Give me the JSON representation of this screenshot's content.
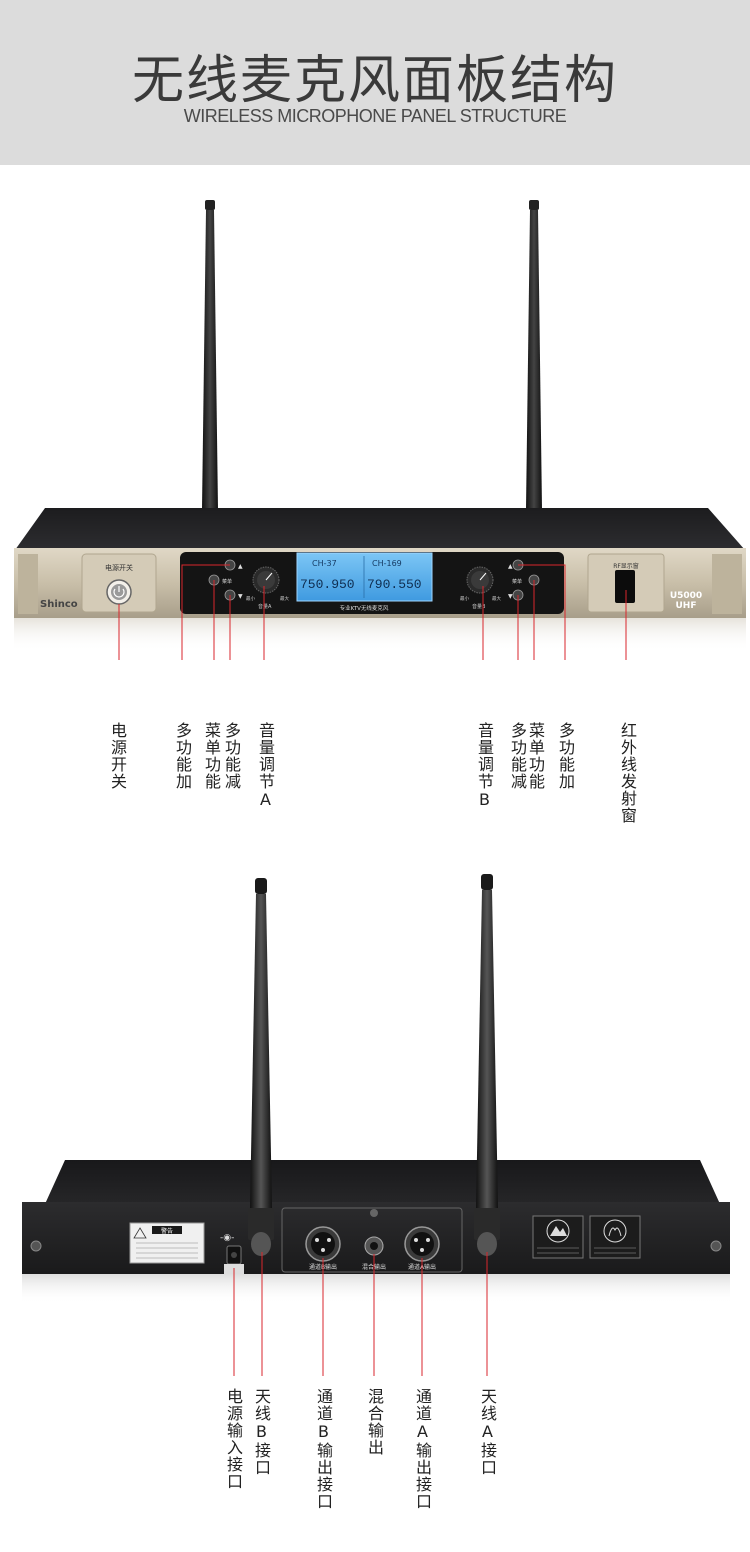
{
  "header": {
    "title": "无线麦克风面板结构",
    "subtitle": "WIRELESS MICROPHONE PANEL STRUCTURE"
  },
  "front_panel": {
    "brand": "Shinco",
    "power_label": "电源开关",
    "menu_label": "菜单",
    "volume_min": "最小",
    "volume_max": "最大",
    "volume_a": "音量A",
    "volume_b": "音量B",
    "lcd_ch_left": "CH-37",
    "lcd_ch_right": "CH-169",
    "lcd_freq_left": "750.950",
    "lcd_freq_right": "790.550",
    "lcd_caption": "专业KTV无线麦克风",
    "rf_label": "RF显示窗",
    "model": "U5000",
    "band": "UHF",
    "callouts": [
      "电源开关",
      "多功能加",
      "菜单功能",
      "多功能减",
      "音量调节A",
      "音量调节B",
      "多功能减",
      "菜单功能",
      "多功能加",
      "红外线发射窗"
    ]
  },
  "rear_panel": {
    "warning_title": "警告",
    "output_b": "通道B输出",
    "mix_out": "混合输出",
    "output_a": "通道A输出",
    "callouts": [
      "电源输入接口",
      "天线B接口",
      "通道B输出接口",
      "混合输出",
      "通道A输出接口",
      "天线A接口"
    ]
  },
  "colors": {
    "header_bg": "#dcdcdc",
    "callout_line": "#d9262c",
    "front_face": "#c9bfa9",
    "lcd": "#5ab2ee"
  }
}
